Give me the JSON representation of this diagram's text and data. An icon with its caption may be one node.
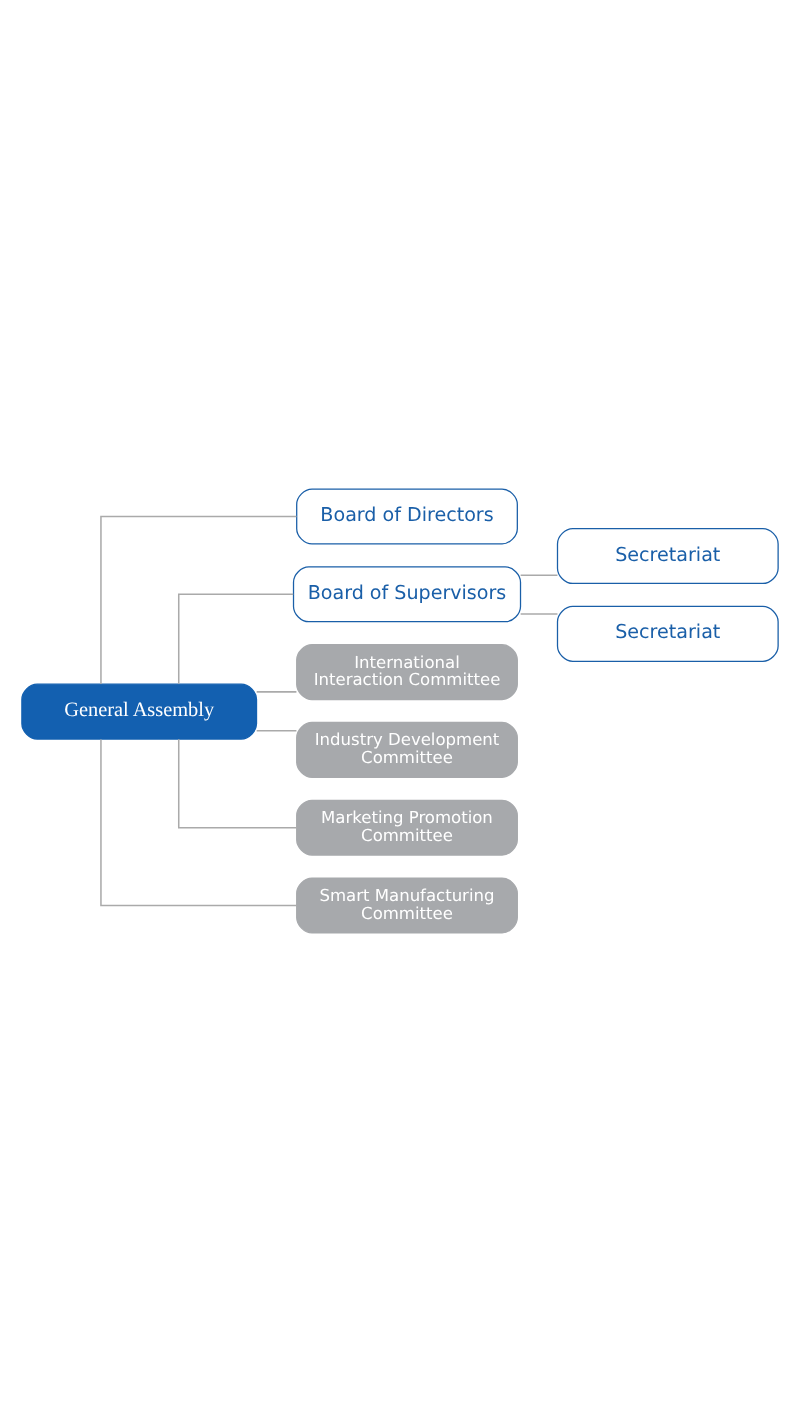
{
  "diagram": {
    "nodes": [
      {
        "text": [
          "General Assembly"
        ]
      },
      {
        "text": [
          "Board of Directors"
        ]
      },
      {
        "text": [
          "Board of Supervisors"
        ]
      },
      {
        "text": [
          "Secretariat"
        ]
      },
      {
        "text": [
          "Secretariat"
        ]
      },
      {
        "text": [
          "International Interaction Committee"
        ]
      },
      {
        "text": [
          "Industry Development Committee"
        ]
      },
      {
        "text": [
          "Marketing Promotion Committee"
        ]
      },
      {
        "text": [
          "Smart Manufacturing Committee"
        ]
      }
    ],
    "edges": [
      {
        "from": 0,
        "to": 1,
        "arrow": "none"
      },
      {
        "from": 0,
        "to": 2,
        "arrow": "none"
      },
      {
        "from": 2,
        "to": 3,
        "arrow": "none"
      },
      {
        "from": 2,
        "to": 4,
        "arrow": "none"
      },
      {
        "from": 0,
        "to": 5,
        "arrow": "none"
      },
      {
        "from": 0,
        "to": 6,
        "arrow": "none"
      },
      {
        "from": 0,
        "to": 7,
        "arrow": "none"
      },
      {
        "from": 0,
        "to": 8,
        "arrow": "none"
      }
    ]
  }
}
